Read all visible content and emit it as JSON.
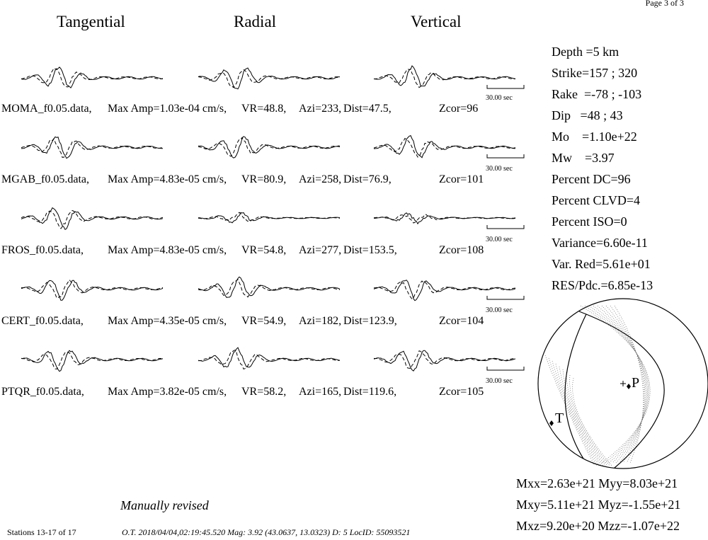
{
  "page_label": "Page 3 of 3",
  "components": [
    "Tangential",
    "Radial",
    "Vertical"
  ],
  "stations": [
    {
      "name": "MOMA_f0.05.data,",
      "amp": "Max Amp=1.03e-04 cm/s,",
      "vr": "VR=48.8,",
      "azi": "Azi=233,",
      "dist": "Dist=47.5,",
      "zcor": "Zcor=96",
      "scale": "30.00 sec"
    },
    {
      "name": "MGAB_f0.05.data,",
      "amp": "Max Amp=4.83e-05 cm/s,",
      "vr": "VR=80.9,",
      "azi": "Azi=258,",
      "dist": "Dist=76.9,",
      "zcor": "Zcor=101",
      "scale": "30.00 sec"
    },
    {
      "name": "FROS_f0.05.data,",
      "amp": "Max Amp=4.83e-05 cm/s,",
      "vr": "VR=54.8,",
      "azi": "Azi=277,",
      "dist": "Dist=153.5,",
      "zcor": "Zcor=108",
      "scale": "30.00 sec"
    },
    {
      "name": "CERT_f0.05.data,",
      "amp": "Max Amp=4.35e-05 cm/s,",
      "vr": "VR=54.9,",
      "azi": "Azi=182,",
      "dist": "Dist=123.9,",
      "zcor": "Zcor=104",
      "scale": "30.00 sec"
    },
    {
      "name": "PTQR_f0.05.data,",
      "amp": "Max Amp=3.82e-05 cm/s,",
      "vr": "VR=58.2,",
      "azi": "Azi=165,",
      "dist": "Dist=119.6,",
      "zcor": "Zcor=105",
      "scale": "30.00 sec"
    }
  ],
  "params": [
    "Depth =5 km",
    "Strike=157 ; 320",
    "Rake  =-78 ; -103",
    "Dip   =48 ; 43",
    "Mo    =1.10e+22",
    "Mw    =3.97",
    "Percent DC=96",
    "Percent CLVD=4",
    "Percent ISO=0",
    "Variance=6.60e-11",
    "Var. Red=5.61e+01",
    "RES/Pdc.=6.85e-13"
  ],
  "axis_labels": {
    "p": "P",
    "t": "T"
  },
  "moment_tensor": [
    "Mxx=2.63e+21 Myy=8.03e+21",
    "Mxy=5.11e+21 Myz=-1.55e+21",
    "Mxz=9.20e+20 Mzz=-1.07e+22"
  ],
  "revised": "Manually revised",
  "footer": {
    "stations": "Stations 13-17 of 17",
    "info": "O.T. 2018/04/04,02:19:45.520  Mag: 3.92  (43.0637, 13.0323)  D: 5  LocID: 55093521"
  }
}
